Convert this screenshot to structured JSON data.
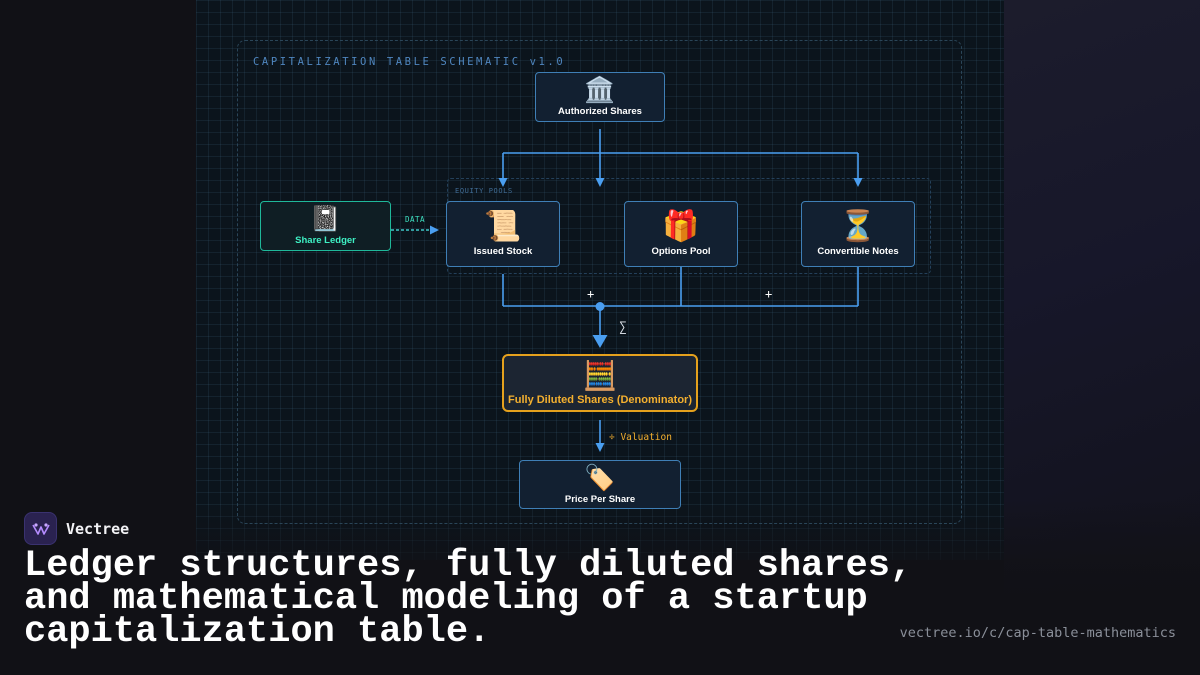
{
  "diagram": {
    "schematic_title": "CAPITALIZATION TABLE SCHEMATIC v1.0",
    "pool_label": "EQUITY POOLS",
    "nodes": {
      "authorized": {
        "label": "Authorized Shares",
        "icon": "🏛️",
        "icon_name": "bank-building-icon"
      },
      "ledger": {
        "label": "Share Ledger",
        "icon": "📓",
        "icon_name": "notebook-icon"
      },
      "issued": {
        "label": "Issued Stock",
        "icon": "📜",
        "icon_name": "scroll-icon"
      },
      "options": {
        "label": "Options Pool",
        "icon": "🎁",
        "icon_name": "gift-icon"
      },
      "convertible": {
        "label": "Convertible Notes",
        "icon": "⏳",
        "icon_name": "hourglass-icon"
      },
      "fds": {
        "label": "Fully Diluted Shares (Denominator)",
        "icon": "🧮",
        "icon_name": "abacus-icon"
      },
      "price": {
        "label": "Price Per Share",
        "icon": "🏷️",
        "icon_name": "price-tag-icon"
      }
    },
    "edge_labels": {
      "data": "DATA",
      "plus_left": "+",
      "plus_right": "+",
      "sum": "∑",
      "valuation": "÷ Valuation"
    },
    "colors": {
      "wire": "#4a9ef0",
      "ledger_accent": "#1fb89a",
      "highlight": "#e5a11d"
    }
  },
  "brand": {
    "name": "Vectree"
  },
  "headline": "Ledger structures, fully diluted shares, and mathematical modeling of a startup capitalization table.",
  "url": "vectree.io/c/cap-table-mathematics"
}
